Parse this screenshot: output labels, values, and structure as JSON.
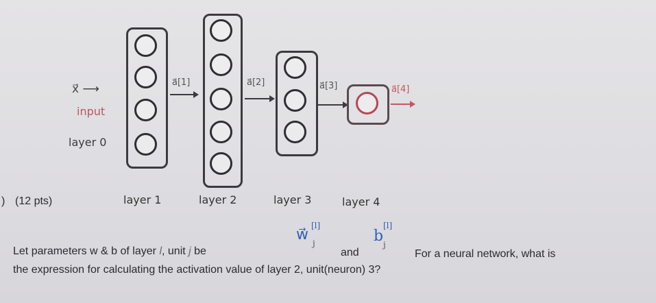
{
  "figure": {
    "input_vector": "x⃗",
    "input_label": "input",
    "layer0_label": "layer 0",
    "layers": [
      {
        "label": "layer 1",
        "neurons": 4,
        "activation": "a⃗[1]"
      },
      {
        "label": "layer 2",
        "neurons": 5,
        "activation": "a⃗[2]"
      },
      {
        "label": "layer 3",
        "neurons": 3,
        "activation": "a⃗[3]"
      },
      {
        "label": "layer 4",
        "neurons": 1,
        "activation": "a⃗[4]"
      }
    ]
  },
  "question": {
    "number_prefix": ")",
    "points": "(12 pts)",
    "line1_start": "Let parameters w & b of layer",
    "layer_var": "l",
    "unit_text": ", unit",
    "unit_var": "j",
    "be_text": "be",
    "w_symbol": "w⃗",
    "w_sup": "[l]",
    "w_sub": "j",
    "and_text": "and",
    "b_symbol": "b",
    "b_sup": "[l]",
    "b_sub": "j",
    "line1_end": "For a neural network, what is",
    "line2": "the expression for calculating the activation value of layer 2, unit(neuron) 3?"
  }
}
